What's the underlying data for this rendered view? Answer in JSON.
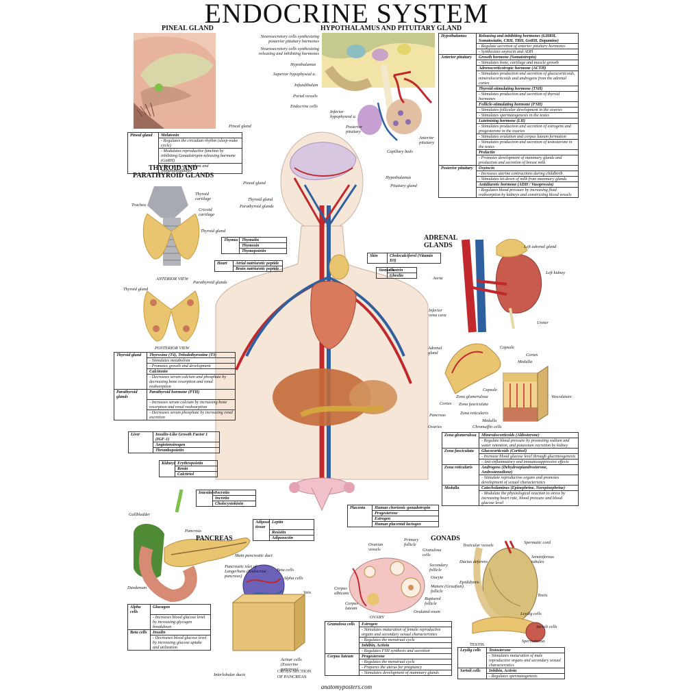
{
  "title": "ENDOCRINE SYSTEM",
  "footer": "anatomyposters.com",
  "colors": {
    "artery": "#c0282c",
    "vein": "#2e5f9e",
    "gland": "#e9c56f",
    "skin": "#f6e6d8",
    "kidney": "#c85a4e",
    "liver": "#c46a3a",
    "nerve": "#e7d7a8"
  },
  "sections": {
    "pineal": "PINEAL GLAND",
    "hypo": "HYPOTHALAMUS AND PITUITARY GLAND",
    "thyroid1": "THYROID AND",
    "thyroid2": "PARATHYROID GLANDS",
    "adrenal1": "ADRENAL",
    "adrenal2": "GLANDS",
    "pancreas": "PANCREAS",
    "gonads": "GONADS"
  },
  "labels": {
    "pineal_gland": "Pineal gland",
    "neuro1": "Neurosecretory cells synthesizing posterior pituitary hormones",
    "neuro2": "Neurosecretory cells synthesizing releasing and inhibiting hormones",
    "hypothalamus": "Hypothalamus",
    "sup_hyp": "Superior hypophyseal a.",
    "infundibulum": "Infundibulum",
    "portal": "Portal vessels",
    "endocrine": "Endocrine cells",
    "inf_hyp": "Inferior hypophyseal a.",
    "post_pit": "Posterior pituitary",
    "ant_pit": "Anterior pituitary",
    "cap_beds": "Capillary beds",
    "thyroid_cart": "Thyroid cartilage",
    "trachea": "Trachea",
    "cricoid": "Cricoid cartilage",
    "thyroid_gland": "Thyroid gland",
    "anterior_view": "ANTERIOR VIEW",
    "parathyroid": "Parathyroid glands",
    "posterior_view": "POSTERIOR VIEW",
    "body_pineal": "Pineal gland",
    "body_thyroid": "Thyroid gland",
    "body_para": "Parathyroid glands",
    "body_hypo": "Hypothalamus",
    "body_pit": "Pituitary gland",
    "left_adrenal": "Left adrenal gland",
    "aorta": "Aorta",
    "left_kidney": "Left kidney",
    "ivc": "Inferior vena cava",
    "ureter": "Ureter",
    "adrenal_gland": "Adrenal gland",
    "capsule": "Capsule",
    "cortex": "Cortex",
    "medulla": "Medulla",
    "capsule2": "Capsule",
    "zona_g": "Zona glomerulosa",
    "cortex2": "Cortex",
    "zona_f": "Zona fasciculata",
    "zona_r": "Zona reticularis",
    "medulla2": "Medulla",
    "chromaffin": "Chromaffin cells",
    "vasculature": "Vasculature",
    "pancreas_lbl": "Pancreas",
    "ovaries": "Ovaries",
    "gallbladder": "Gallbladder",
    "pancreas2": "Pancreas",
    "main_duct": "Main pancreatic duct",
    "islet": "Pancreatic islet of Langerhans (Endocrine pancreas)",
    "beta_cells": "Beta cells",
    "alpha_cells": "Alpha cells",
    "vein": "Vein",
    "duodenum": "Duodenum",
    "acinar": "Acinar cells (Exocrine pancreas)",
    "interlobular": "Interlobular ducts",
    "cross1": "CROSS-SECTION",
    "cross2": "OF PANCREAS",
    "ovarian_vessels": "Ovarian vessels",
    "primary_follicle": "Primary follicle",
    "granulosa_cells": "Granulosa cells",
    "secondary_follicle": "Secondary follicle",
    "oocyte": "Oocyte",
    "mature": "Mature (Graafian) follicle",
    "ruptured": "Ruptured follicle",
    "ovulated": "Ovulated ovum",
    "corpus_albicans": "Corpus albicans",
    "corpus_luteum": "Corpus luteum",
    "ovary": "OVARY",
    "testicular": "Testicular vessels",
    "spermatic": "Spermatic cord",
    "seminiferous": "Seminiferous tubules",
    "ductus": "Ductus deferens",
    "epididymis": "Epididymis",
    "testis": "Testis",
    "leydig": "Leydig cells",
    "sertoli": "Sertoli cells",
    "spermatozoa": "Spermatozoa",
    "testis_cap": "TESTIS"
  },
  "tables": {
    "pineal": [
      {
        "k": "Pineal gland",
        "h": "Melatonin"
      },
      {
        "k": "",
        "d": "- Regulates the circadian rhythm (sleep-wake cycle)"
      },
      {
        "k": "",
        "d": "- Modulates reproductive function by inhibiting Gonadotropin-releasing hormone (GnRH)"
      },
      {
        "k": "",
        "d": "- Acts as an antioxidant and immunomodulator"
      }
    ],
    "pituitary": [
      {
        "k": "Hypothalamus",
        "h": "Releasing and inhibiting hormones (GHRH, Somatostatin, CRH, TRH, GnRH, Dopamine)"
      },
      {
        "k": "",
        "d": "- Regulate secretion of anterior pituitary hormones"
      },
      {
        "k": "",
        "d": "- Synthesizes oxytocin and ADH"
      },
      {
        "k": "Anterior pituitary",
        "h": "Growth hormone (Somatotropin)"
      },
      {
        "k": "",
        "d": "- Stimulates bone, cartilage and muscle growth"
      },
      {
        "k": "",
        "h": "Adrenocorticotropic hormone (ACTH)"
      },
      {
        "k": "",
        "d": "- Stimulates production and secretion of glucocorticoids, mineralocorticoids and androgens from the adrenal cortex"
      },
      {
        "k": "",
        "h": "Thyroid-stimulating hormone (TSH)"
      },
      {
        "k": "",
        "d": "- Stimulates production and secretion of thyroid hormones"
      },
      {
        "k": "",
        "h": "Follicle-stimulating hormone (FSH)"
      },
      {
        "k": "",
        "d": "- Stimulates follicular development in the ovaries"
      },
      {
        "k": "",
        "d": "- Stimulates spermatogenesis in the testes"
      },
      {
        "k": "",
        "h": "Luteinizing hormone (LH)"
      },
      {
        "k": "",
        "d": "- Stimulates production and secretion of estrogens and progesterone in the ovaries"
      },
      {
        "k": "",
        "d": "- Stimulates ovulation and corpus luteum formation"
      },
      {
        "k": "",
        "d": "- Stimulates production and secretion of testosterone in the testes"
      },
      {
        "k": "",
        "h": "Prolactin"
      },
      {
        "k": "",
        "d": "- Promotes development of mammary glands and production and secretion of breast milk"
      },
      {
        "k": "Posterior pituitary",
        "h": "Oxytocin"
      },
      {
        "k": "",
        "d": "- Increases uterine contractions during childbirth"
      },
      {
        "k": "",
        "d": "- Stimulates let-down of milk from mammary glands"
      },
      {
        "k": "",
        "h": "Antidiuretic hormone (ADH / Vasopressin)"
      },
      {
        "k": "",
        "d": "- Regulates blood pressure by increasing fluid reabsorption by kidneys and constricting blood vessels"
      }
    ],
    "thyroid": [
      {
        "k": "Thyroid gland",
        "h": "Thyroxine (T4), Triiodothyronine (T3)"
      },
      {
        "k": "",
        "d": "- Stimulates metabolism"
      },
      {
        "k": "",
        "d": "- Promotes growth and development"
      },
      {
        "k": "",
        "h": "Calcitonin"
      },
      {
        "k": "",
        "d": "- Decreases serum calcium and phosphate by decreasing bone resorption and renal reabsorption"
      },
      {
        "k": "Parathyroid glands",
        "h": "Parathyroid hormone (PTH)"
      },
      {
        "k": "",
        "d": "- Increases serum calcium by increasing bone resorption and renal reabsorption"
      },
      {
        "k": "",
        "d": "- Decreases serum phosphate by increasing renal excretion"
      }
    ],
    "liver": [
      {
        "k": "Liver",
        "h": "Insulin-Like Growth Factor 1 (IGF-1)"
      },
      {
        "k": "",
        "h": "Angiotensinogen"
      },
      {
        "k": "",
        "h": "Thrombopoietin"
      }
    ],
    "kidneys": [
      {
        "k": "Kidneys",
        "h": "Erythropoietin"
      },
      {
        "k": "",
        "h": "Renin"
      },
      {
        "k": "",
        "h": "Calcitriol"
      }
    ],
    "thymus": [
      {
        "k": "Thymus",
        "h": "Thymulin"
      },
      {
        "k": "",
        "h": "Thymosin"
      },
      {
        "k": "",
        "h": "Thymopoietin"
      }
    ],
    "heart": [
      {
        "k": "Heart",
        "h": "Atrial natriuretic peptide"
      },
      {
        "k": "",
        "h": "Brain natriuretic peptide"
      }
    ],
    "skin": [
      {
        "k": "Skin",
        "h": "Cholecalciferol (Vitamin D3)"
      }
    ],
    "stomach": [
      {
        "k": "Stomach",
        "h": "Gastrin"
      },
      {
        "k": "",
        "h": "Ghrelin"
      }
    ],
    "intestines": [
      {
        "k": "Intestines",
        "h": "Secretin"
      },
      {
        "k": "",
        "h": "Incretin"
      },
      {
        "k": "",
        "h": "Cholecystokinin"
      }
    ],
    "adipose": [
      {
        "k": "Adipose tissue",
        "h": "Leptin"
      },
      {
        "k": "",
        "h": "Resistin"
      },
      {
        "k": "",
        "h": "Adiponectin"
      }
    ],
    "placenta": [
      {
        "k": "Placenta",
        "h": "Human chorionic gonadotropin"
      },
      {
        "k": "",
        "h": "Progesterone"
      },
      {
        "k": "",
        "h": "Estrogen"
      },
      {
        "k": "",
        "h": "Human placental lactogen"
      }
    ],
    "adrenal": [
      {
        "k": "Zona glomerulosa",
        "h": "Mineralocorticoids (Aldosterone)"
      },
      {
        "k": "",
        "d": "- Regulate blood pressure by promoting sodium and water retention, and potassium excretion by kidney"
      },
      {
        "k": "Zona fasciculata",
        "h": "Glucocorticoids (Cortisol)"
      },
      {
        "k": "",
        "d": "- Increase blood glucose level through gluconeogenesis"
      },
      {
        "k": "",
        "d": "- Anti-inflammatory and immunosuppressive effects"
      },
      {
        "k": "Zona reticularis",
        "h": "Androgens (Dehydroepiandrosterone, Androstenedione)"
      },
      {
        "k": "",
        "d": "- Stimulate reproductive organs and promotes development of sexual characteristics"
      },
      {
        "k": "Medulla",
        "h": "Catecholamines (Epinephrine, Norepinephrine)"
      },
      {
        "k": "",
        "d": "- Modulate the physiological reaction to stress by increasing heart rate, blood pressure and blood glucose level"
      }
    ],
    "pancreas": [
      {
        "k": "Alpha cells",
        "h": "Glucagon"
      },
      {
        "k": "",
        "d": "- Increases blood glucose level by increasing glycogen breakdown"
      },
      {
        "k": "Beta cells",
        "h": "Insulin"
      },
      {
        "k": "",
        "d": "- Decreases blood glucose level by increasing glucose uptake and utilization"
      }
    ],
    "ovary": [
      {
        "k": "Granulosa cells",
        "h": "Estrogen"
      },
      {
        "k": "",
        "d": "- Stimulates maturation of female reproductive organs and secondary sexual characteristics"
      },
      {
        "k": "",
        "d": "- Regulates the menstrual cycle"
      },
      {
        "k": "",
        "h": "Inhibin, Activin"
      },
      {
        "k": "",
        "d": "- Regulates FSH synthesis and secretion"
      },
      {
        "k": "Corpus luteum",
        "h": "Progesterone"
      },
      {
        "k": "",
        "d": "- Regulates the menstrual cycle"
      },
      {
        "k": "",
        "d": "- Prepares the uterus for pregnancy"
      },
      {
        "k": "",
        "d": "- Stimulates development of mammary glands"
      }
    ],
    "testis": [
      {
        "k": "Leydig cells",
        "h": "Testosterone"
      },
      {
        "k": "",
        "d": "- Stimulates maturation of male reproductive organs and secondary sexual characteristics"
      },
      {
        "k": "Sertoli cells",
        "h": "Inhibin, Activin"
      },
      {
        "k": "",
        "d": "- Regulates spermatogenesis"
      }
    ]
  }
}
